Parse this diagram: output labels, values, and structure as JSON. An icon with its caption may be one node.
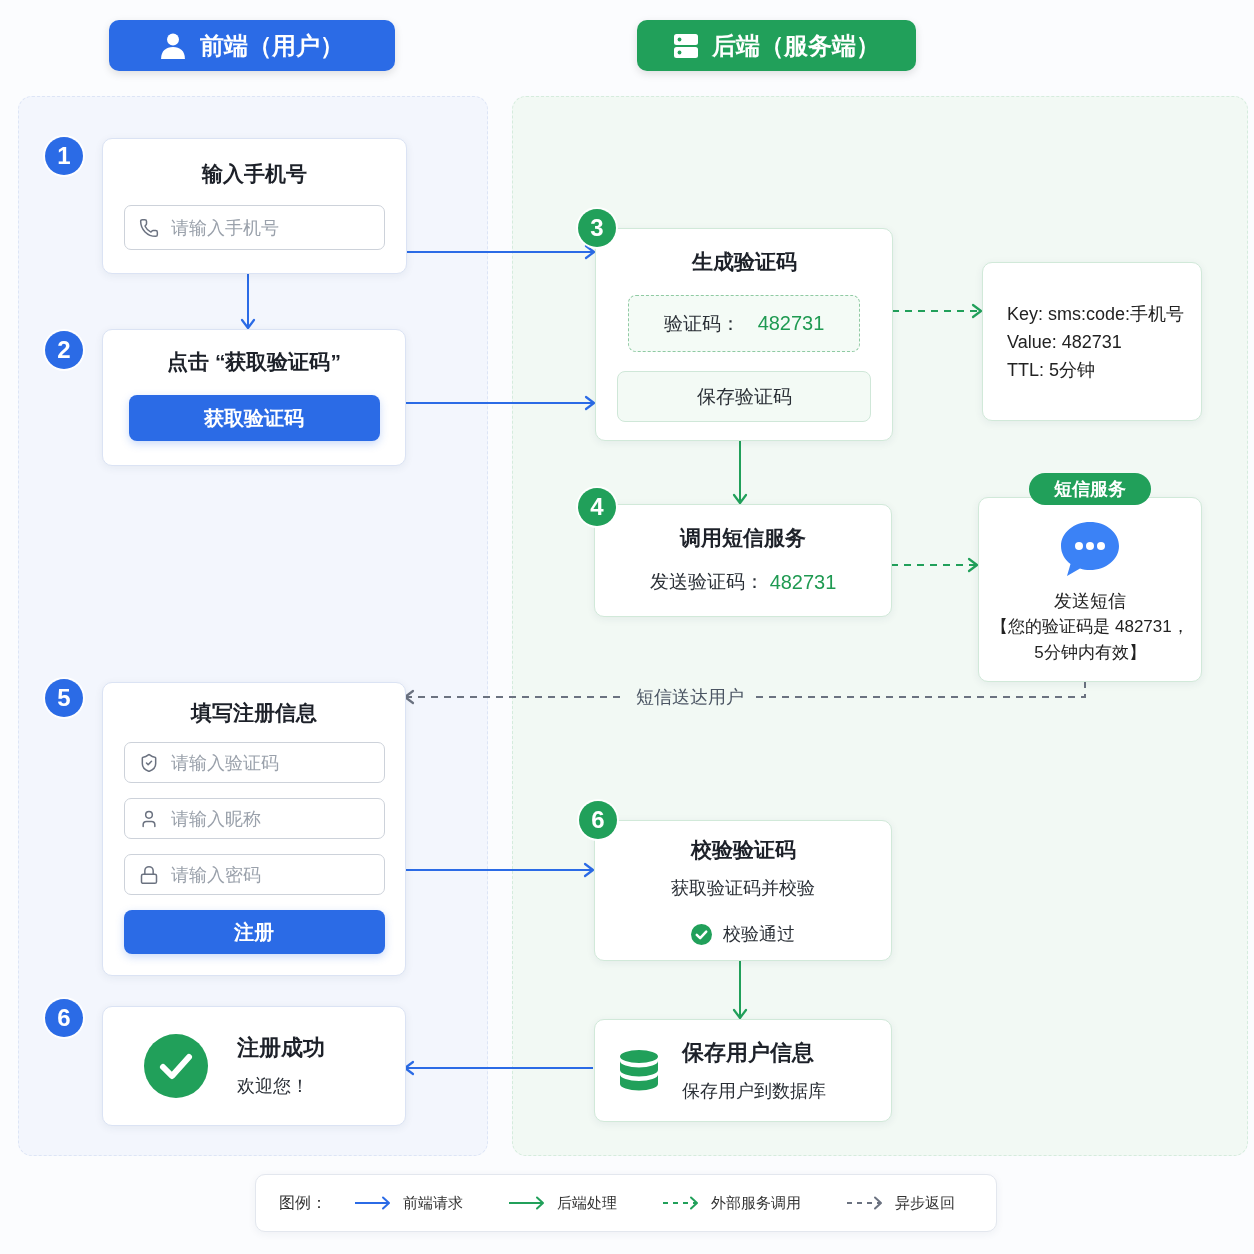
{
  "diagram": {
    "nodes": [
      {
        "text": [
          "前端（用户）"
        ]
      },
      {
        "text": [
          "后端（服务端）"
        ]
      },
      {
        "text": [],
        "shape": "box"
      },
      {
        "text": [
          "1"
        ],
        "in": 2
      },
      {
        "text": [
          "输入手机号"
        ],
        "in": 2
      },
      {
        "text": [
          "请输入手机号"
        ],
        "in": 4
      },
      {
        "text": [
          "2"
        ],
        "in": 2
      },
      {
        "text": [
          "点击 “获取验证码”"
        ],
        "in": 2
      },
      {
        "text": [
          "获取验证码"
        ],
        "in": 7
      },
      {
        "text": [
          "5"
        ],
        "in": 2
      },
      {
        "text": [
          "填写注册信息"
        ],
        "in": 2
      },
      {
        "text": [
          "请输入验证码"
        ],
        "in": 10
      },
      {
        "text": [
          "请输入昵称"
        ],
        "in": 10
      },
      {
        "text": [
          "请输入密码"
        ],
        "in": 10
      },
      {
        "text": [
          "注册"
        ],
        "in": 10
      },
      {
        "text": [
          "6"
        ],
        "in": 2
      },
      {
        "text": [
          "注册成功",
          "欢迎您！"
        ],
        "in": 2
      },
      {
        "text": [],
        "shape": "box"
      },
      {
        "text": [
          "3"
        ],
        "in": 17
      },
      {
        "text": [
          "生成验证码"
        ],
        "in": 17
      },
      {
        "text": [
          "验证码：",
          "482731"
        ],
        "in": 19
      },
      {
        "text": [
          "保存验证码"
        ],
        "in": 19
      },
      {
        "text": [
          "Key: sms:code:手机号",
          "Value: 482731",
          "TTL: 5分钟"
        ],
        "in": 17
      },
      {
        "text": [
          "4"
        ],
        "in": 17
      },
      {
        "text": [
          "调用短信服务",
          "发送验证码：",
          "482731"
        ],
        "in": 17
      },
      {
        "text": [
          "短信服务",
          "发送短信",
          "【您的验证码是 482731，5分钟内有效】"
        ],
        "in": 17
      },
      {
        "text": [
          "6"
        ],
        "in": 17
      },
      {
        "text": [
          "校验验证码",
          "获取验证码并校验",
          "校验通过"
        ],
        "in": 17
      },
      {
        "text": [
          "保存用户信息",
          "保存用户到数据库"
        ],
        "in": 17
      }
    ],
    "edges": [
      {
        "from": 4,
        "to": 19,
        "arrow": "to"
      },
      {
        "from": 4,
        "to": 7,
        "arrow": "to"
      },
      {
        "from": 7,
        "to": 19,
        "arrow": "to"
      },
      {
        "from": 19,
        "to": 22,
        "arrow": "to",
        "style": "dashed",
        "color": "#21a05a"
      },
      {
        "from": 19,
        "to": 24,
        "arrow": "to",
        "color": "#21a05a"
      },
      {
        "from": 24,
        "to": 25,
        "arrow": "to",
        "style": "dashed",
        "color": "#21a05a"
      },
      {
        "from": 25,
        "to": 10,
        "arrow": "to",
        "label": "短信送达用户",
        "style": "dashed",
        "color": "#6b7280"
      },
      {
        "from": 10,
        "to": 27,
        "arrow": "to"
      },
      {
        "from": 27,
        "to": 28,
        "arrow": "to",
        "color": "#21a05a"
      },
      {
        "from": 28,
        "to": 16,
        "arrow": "to"
      }
    ],
    "labels": [
      "图例："
    ],
    "legend": [
      {
        "text": "前端请求"
      },
      {
        "text": "后端处理"
      },
      {
        "text": "外部服务调用"
      },
      {
        "text": "异步返回"
      }
    ]
  }
}
